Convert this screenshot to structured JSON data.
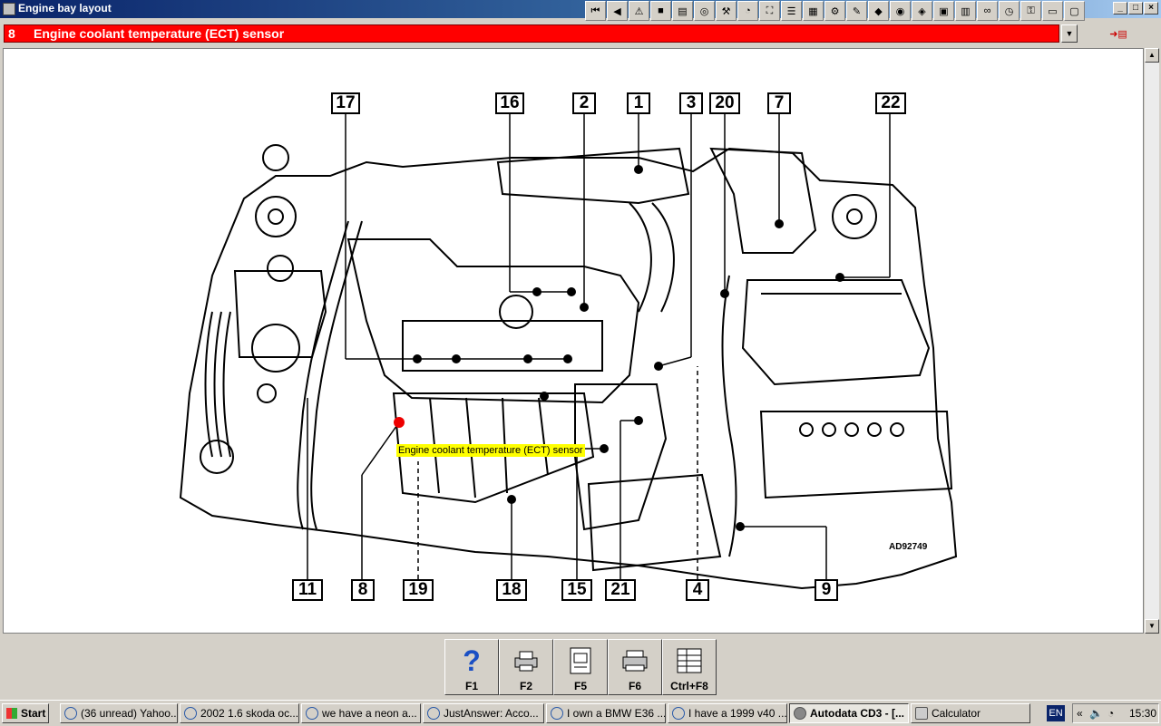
{
  "window": {
    "title": "Engine bay layout"
  },
  "window_controls": {
    "minimize": "_",
    "maximize": "□",
    "close": "×"
  },
  "toolbar_icons": [
    "first-icon",
    "prev-icon",
    "warning-icon",
    "flag-icon",
    "data-icon",
    "wheel-icon",
    "wrench-icon",
    "gauge-icon",
    "filter-icon",
    "list-icon",
    "layout-icon",
    "engine-icon",
    "tools-icon",
    "car-icon",
    "steering-icon",
    "sensor-icon",
    "code-icon",
    "book-icon",
    "belt-icon",
    "timing-icon",
    "key-icon",
    "battery-icon",
    "notes-icon"
  ],
  "component_selector": {
    "number": "8",
    "label": "Engine coolant temperature (ECT) sensor"
  },
  "diagram": {
    "callouts_top": [
      "17",
      "16",
      "2",
      "1",
      "3",
      "20",
      "7",
      "22"
    ],
    "callouts_bottom": [
      "11",
      "8",
      "19",
      "18",
      "15",
      "21",
      "4",
      "9"
    ],
    "tooltip": "Engine coolant temperature (ECT) sensor",
    "reference_code": "AD92749"
  },
  "function_keys": [
    {
      "label": "F1",
      "icon": "help-icon"
    },
    {
      "label": "F2",
      "icon": "printer-icon"
    },
    {
      "label": "F5",
      "icon": "document-icon"
    },
    {
      "label": "F6",
      "icon": "print-icon"
    },
    {
      "label": "Ctrl+F8",
      "icon": "table-icon"
    }
  ],
  "taskbar": {
    "start": "Start",
    "tasks": [
      {
        "label": "(36 unread) Yahoo..."
      },
      {
        "label": "2002 1.6 skoda oc..."
      },
      {
        "label": "we have a neon a..."
      },
      {
        "label": "JustAnswer: Acco..."
      },
      {
        "label": "I own a BMW E36 ..."
      },
      {
        "label": "I have a 1999 v40 ..."
      },
      {
        "label": "Autodata CD3 - [..."
      },
      {
        "label": "Calculator"
      }
    ],
    "language": "EN",
    "clock": "15:30"
  }
}
